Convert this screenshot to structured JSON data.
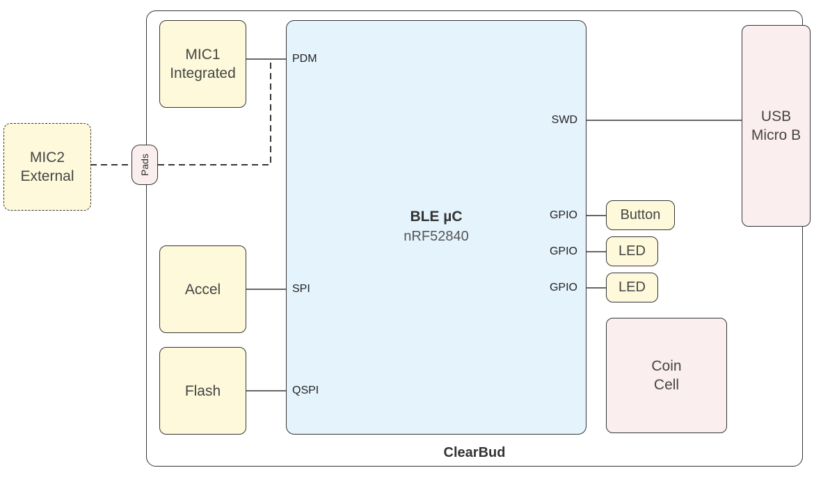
{
  "board": {
    "name": "ClearBud"
  },
  "mcu": {
    "title": "BLE µC",
    "part": "nRF52840"
  },
  "blocks": {
    "mic1": {
      "line1": "MIC1",
      "line2": "Integrated"
    },
    "mic2": {
      "line1": "MIC2",
      "line2": "External"
    },
    "accel": {
      "label": "Accel"
    },
    "flash": {
      "label": "Flash"
    },
    "usb": {
      "line1": "USB",
      "line2": "Micro B"
    },
    "coin": {
      "line1": "Coin",
      "line2": "Cell"
    },
    "button": {
      "label": "Button"
    },
    "led1": {
      "label": "LED"
    },
    "led2": {
      "label": "LED"
    },
    "pads": {
      "label": "Pads"
    }
  },
  "ports": {
    "pdm": "PDM",
    "spi": "SPI",
    "qspi": "QSPI",
    "swd": "SWD",
    "gpio1": "GPIO",
    "gpio2": "GPIO",
    "gpio3": "GPIO"
  },
  "colors": {
    "peripheral_fill": "#fdf9da",
    "power_fill": "#fbeeee",
    "mcu_fill": "#e5f3fc",
    "stroke": "#333333"
  }
}
